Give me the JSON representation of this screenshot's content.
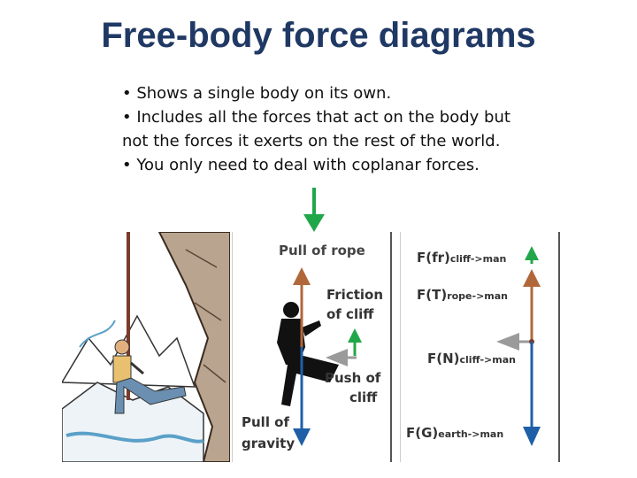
{
  "title": "Free-body force diagrams",
  "bullets": [
    "• Shows a single body on its own.",
    "• Includes all the forces that act on the body but",
    "not the forces it exerts on the rest of the world.",
    "• You only need to deal with coplanar forces."
  ],
  "middle_panel": {
    "pull_of_rope": "Pull of rope",
    "friction_line1": "Friction",
    "friction_line2": "of cliff",
    "push_line1": "Push of",
    "push_line2": "cliff",
    "gravity_line1": "Pull of",
    "gravity_line2": "gravity"
  },
  "right_panel": {
    "f_fr": "F(fr)",
    "f_fr_sub": "cliff->man",
    "f_t": "F(T)",
    "f_t_sub": "rope->man",
    "f_n": "F(N)",
    "f_n_sub": "cliff->man",
    "f_g": "F(G)",
    "f_g_sub": "earth->man"
  },
  "colors": {
    "title": "#1f3864",
    "green_arrow": "#22a64a",
    "brown_arrow": "#b0683a",
    "grey_arrow": "#9a9a9a",
    "blue_arrow": "#1f5fa8"
  }
}
